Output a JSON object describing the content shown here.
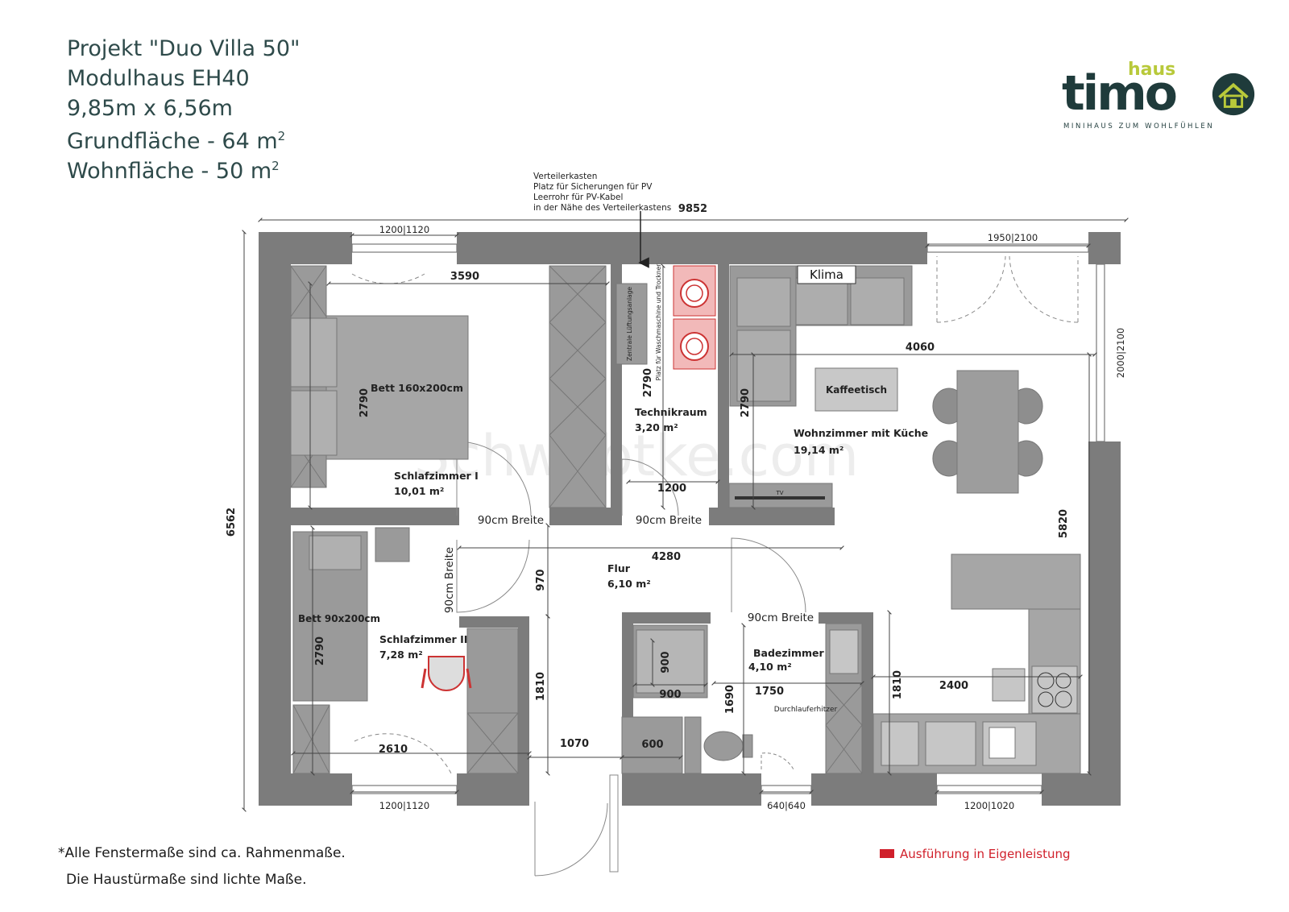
{
  "header": {
    "line1": "Projekt \"Duo Villa 50\"",
    "line2": "Modulhaus EH40",
    "line3": "9,85m x 6,56m",
    "line4": "Grundfläche - 64 m",
    "line5": "Wohnfläche - 50 m",
    "sup": "2"
  },
  "logo": {
    "brand": "timo",
    "sub": "haus",
    "tagline": "MINIHAUS ZUM WOHLFÜHLEN",
    "colors": {
      "dark": "#1f3b3b",
      "accent": "#b8c93a"
    }
  },
  "watermark": "Schwabtke.com",
  "rooms": {
    "schlaf1": {
      "name": "Schlafzimmer I",
      "area": "10,01 m²"
    },
    "schlaf2": {
      "name": "Schlafzimmer II",
      "area": "7,28 m²"
    },
    "technik": {
      "name": "Technikraum",
      "area": "3,20 m²"
    },
    "wohn": {
      "name": "Wohnzimmer mit Küche",
      "area": "19,14 m²"
    },
    "flur": {
      "name": "Flur",
      "area": "6,10 m²"
    },
    "bad": {
      "name": "Badezimmer",
      "area": "4,10 m²"
    }
  },
  "furniture": {
    "bed1": "Bett 160x200cm",
    "bed2": "Bett 90x200cm",
    "coffee": "Kaffeetisch",
    "klima": "Klima",
    "tv": "TV",
    "heater": "Durchlauferhitzer",
    "vent": "Zentrale Lüftungsanlage",
    "washer": "Platz für Waschmaschine und Trockner"
  },
  "annotation": {
    "l1": "Verteilerkasten",
    "l2": "Platz für Sicherungen für PV",
    "l3": "Leerrohr für PV-Kabel",
    "l4": "in der Nähe des Verteilerkastens"
  },
  "dims": {
    "total_w": "9852",
    "total_h": "6562",
    "d3590": "3590",
    "d4060": "4060",
    "d4280": "4280",
    "d5820": "5820",
    "d2790": "2790",
    "d1200": "1200",
    "d970": "970",
    "d1810": "1810",
    "d1690": "1690",
    "d1750": "1750",
    "d2400": "2400",
    "d2610": "2610",
    "d1070": "1070",
    "d600": "600",
    "d900": "900",
    "door90": "90cm Breite",
    "w1200_1120": "1200|1120",
    "w1950_2100": "1950|2100",
    "w2000_2100": "2000|2100",
    "w640_640": "640|640",
    "w1200_1020": "1200|1020"
  },
  "notes": {
    "n1": "*Alle Fenstermaße sind ca. Rahmenmaße.",
    "n2": "Die Haustürmaße sind lichte Maße."
  },
  "legend": {
    "label": "Ausführung in Eigenleistung",
    "color": "#d01f2a"
  }
}
